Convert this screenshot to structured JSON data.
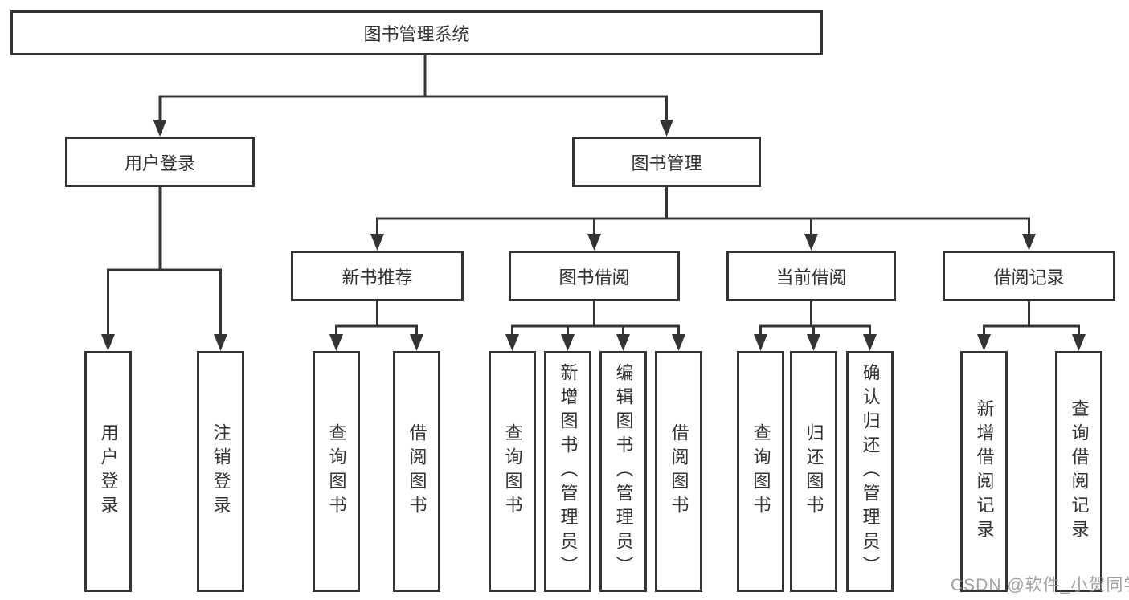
{
  "diagram_title": "图书管理系统",
  "nodes": {
    "root": {
      "label": "图书管理系统"
    },
    "user_login": {
      "label": "用户登录"
    },
    "book_management": {
      "label": "图书管理"
    },
    "new_book_recommend": {
      "label": "新书推荐"
    },
    "book_borrowing": {
      "label": "图书借阅"
    },
    "current_borrowing": {
      "label": "当前借阅"
    },
    "borrowing_records": {
      "label": "借阅记录"
    },
    "login": {
      "label": "用户登录"
    },
    "logout": {
      "label": "注销登录"
    },
    "nb_query_books": {
      "label": "查询图书"
    },
    "nb_borrow_books": {
      "label": "借阅图书"
    },
    "bb_query_books": {
      "label": "查询图书"
    },
    "bb_add_book": {
      "label": "新增图书（管理员）"
    },
    "bb_edit_book": {
      "label": "编辑图书（管理员）"
    },
    "bb_borrow_books": {
      "label": "借阅图书"
    },
    "cb_query_books": {
      "label": "查询图书"
    },
    "cb_return_books": {
      "label": "归还图书"
    },
    "cb_confirm_return": {
      "label": "确认归还（管理员）"
    },
    "br_add_record": {
      "label": "新增借阅记录"
    },
    "br_query_record": {
      "label": "查询借阅记录"
    }
  },
  "hierarchy": {
    "root": [
      "user_login",
      "book_management"
    ],
    "user_login": [
      "login",
      "logout"
    ],
    "book_management": [
      "new_book_recommend",
      "book_borrowing",
      "current_borrowing",
      "borrowing_records"
    ],
    "new_book_recommend": [
      "nb_query_books",
      "nb_borrow_books"
    ],
    "book_borrowing": [
      "bb_query_books",
      "bb_add_book",
      "bb_edit_book",
      "bb_borrow_books"
    ],
    "current_borrowing": [
      "cb_query_books",
      "cb_return_books",
      "cb_confirm_return"
    ],
    "borrowing_records": [
      "br_add_record",
      "br_query_record"
    ]
  },
  "watermark": {
    "text": "CSDN @软件_小贺同学"
  },
  "colors": {
    "line": "#343434",
    "box_border": "#343434",
    "text": "#333333",
    "watermark": "#919191",
    "background": "#ffffff"
  }
}
